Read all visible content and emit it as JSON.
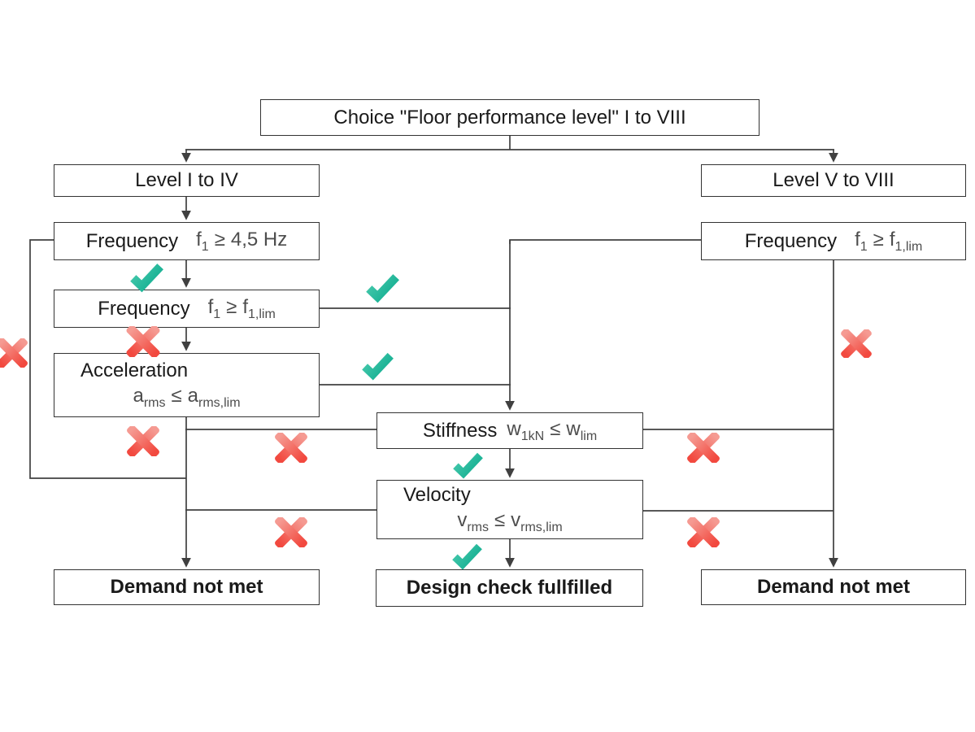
{
  "colors": {
    "background": "#ffffff",
    "line": "#404040",
    "box_border": "#333333",
    "text": "#1a1a1a",
    "formula": "#4d4d4d",
    "check_light": "#4acbae",
    "check_dark": "#16b093",
    "cross_light": "#f59a92",
    "cross_dark": "#f2493f"
  },
  "icons": {
    "pass_glyph": "✓",
    "fail_glyph": "✗"
  },
  "boxes": {
    "choice": {
      "label": "Choice \"Floor performance level\" I to VIII"
    },
    "level_left": {
      "label": "Level I to IV"
    },
    "level_right": {
      "label": "Level V to VIII"
    },
    "freq_45": {
      "label": "Frequency",
      "formula": {
        "lhs": "f",
        "lhs_sub": "1",
        "op": "≥",
        "rhs": "4,5 Hz",
        "rhs_sub": ""
      }
    },
    "freq_lim_left": {
      "label": "Frequency",
      "formula": {
        "lhs": "f",
        "lhs_sub": "1",
        "op": "≥",
        "rhs": "f",
        "rhs_sub": "1,lim"
      }
    },
    "acceleration": {
      "label": "Acceleration",
      "formula": {
        "lhs": "a",
        "lhs_sub": "rms",
        "op": "≤",
        "rhs": "a",
        "rhs_sub": "rms,lim"
      }
    },
    "freq_lim_right": {
      "label": "Frequency",
      "formula": {
        "lhs": "f",
        "lhs_sub": "1",
        "op": "≥",
        "rhs": "f",
        "rhs_sub": "1,lim"
      }
    },
    "stiffness": {
      "label": "Stiffness",
      "formula": {
        "lhs": "w",
        "lhs_sub": "1kN",
        "op": "≤",
        "rhs": "w",
        "rhs_sub": "lim"
      }
    },
    "velocity": {
      "label": "Velocity",
      "formula": {
        "lhs": "v",
        "lhs_sub": "rms",
        "op": "≤",
        "rhs": "v",
        "rhs_sub": "rms,lim"
      }
    },
    "demand_left": {
      "label": "Demand not met"
    },
    "design_check": {
      "label": "Design check fullfilled"
    },
    "demand_right": {
      "label": "Demand not met"
    }
  }
}
